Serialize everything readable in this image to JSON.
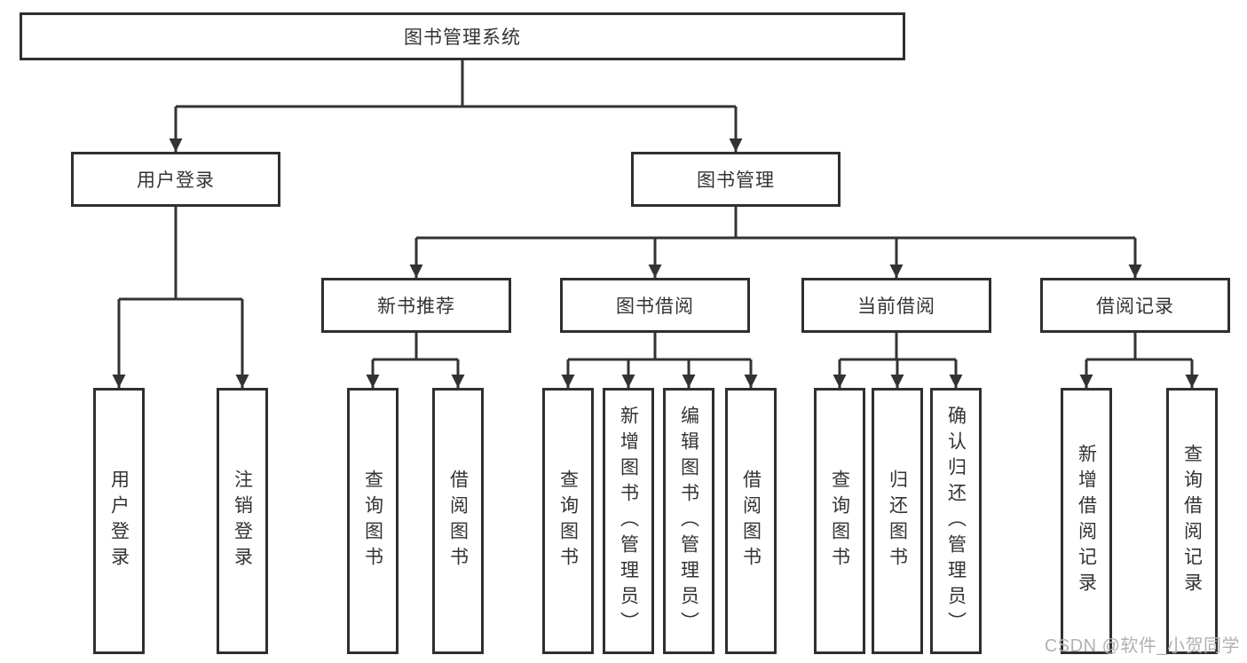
{
  "diagram": {
    "title": "图书管理系统",
    "type": "tree",
    "nodes": [
      {
        "id": "root",
        "label": "图书管理系统",
        "parent": null
      },
      {
        "id": "user-login-branch",
        "label": "用户登录",
        "parent": "root"
      },
      {
        "id": "book-management",
        "label": "图书管理",
        "parent": "root"
      },
      {
        "id": "new-book-recommend",
        "label": "新书推荐",
        "parent": "book-management"
      },
      {
        "id": "book-borrowing",
        "label": "图书借阅",
        "parent": "book-management"
      },
      {
        "id": "current-borrowing",
        "label": "当前借阅",
        "parent": "book-management"
      },
      {
        "id": "borrowing-records",
        "label": "借阅记录",
        "parent": "book-management"
      },
      {
        "id": "user-login",
        "label": "用户登录",
        "parent": "user-login-branch"
      },
      {
        "id": "logout",
        "label": "注销登录",
        "parent": "user-login-branch"
      },
      {
        "id": "query-books-a",
        "label": "查询图书",
        "parent": "new-book-recommend"
      },
      {
        "id": "borrow-books-a",
        "label": "借阅图书",
        "parent": "new-book-recommend"
      },
      {
        "id": "query-books-b",
        "label": "查询图书",
        "parent": "book-borrowing"
      },
      {
        "id": "add-books-admin",
        "label": "新增图书（管理员）",
        "parent": "book-borrowing"
      },
      {
        "id": "edit-books-admin",
        "label": "编辑图书（管理员）",
        "parent": "book-borrowing"
      },
      {
        "id": "borrow-books-b",
        "label": "借阅图书",
        "parent": "book-borrowing"
      },
      {
        "id": "query-books-c",
        "label": "查询图书",
        "parent": "current-borrowing"
      },
      {
        "id": "return-books",
        "label": "归还图书",
        "parent": "current-borrowing"
      },
      {
        "id": "confirm-return-admin",
        "label": "确认归还（管理员）",
        "parent": "current-borrowing"
      },
      {
        "id": "add-borrow-record",
        "label": "新增借阅记录",
        "parent": "borrowing-records"
      },
      {
        "id": "query-borrow-record",
        "label": "查询借阅记录",
        "parent": "borrowing-records"
      }
    ]
  },
  "watermark": {
    "text": "CSDN @软件_小贺同学"
  },
  "colors": {
    "background": "#ffffff",
    "line": "#333333",
    "box_border": "#2f2f2f",
    "box_fill": "#ffffff",
    "text": "#333333",
    "watermark": "#b1b1b1"
  }
}
